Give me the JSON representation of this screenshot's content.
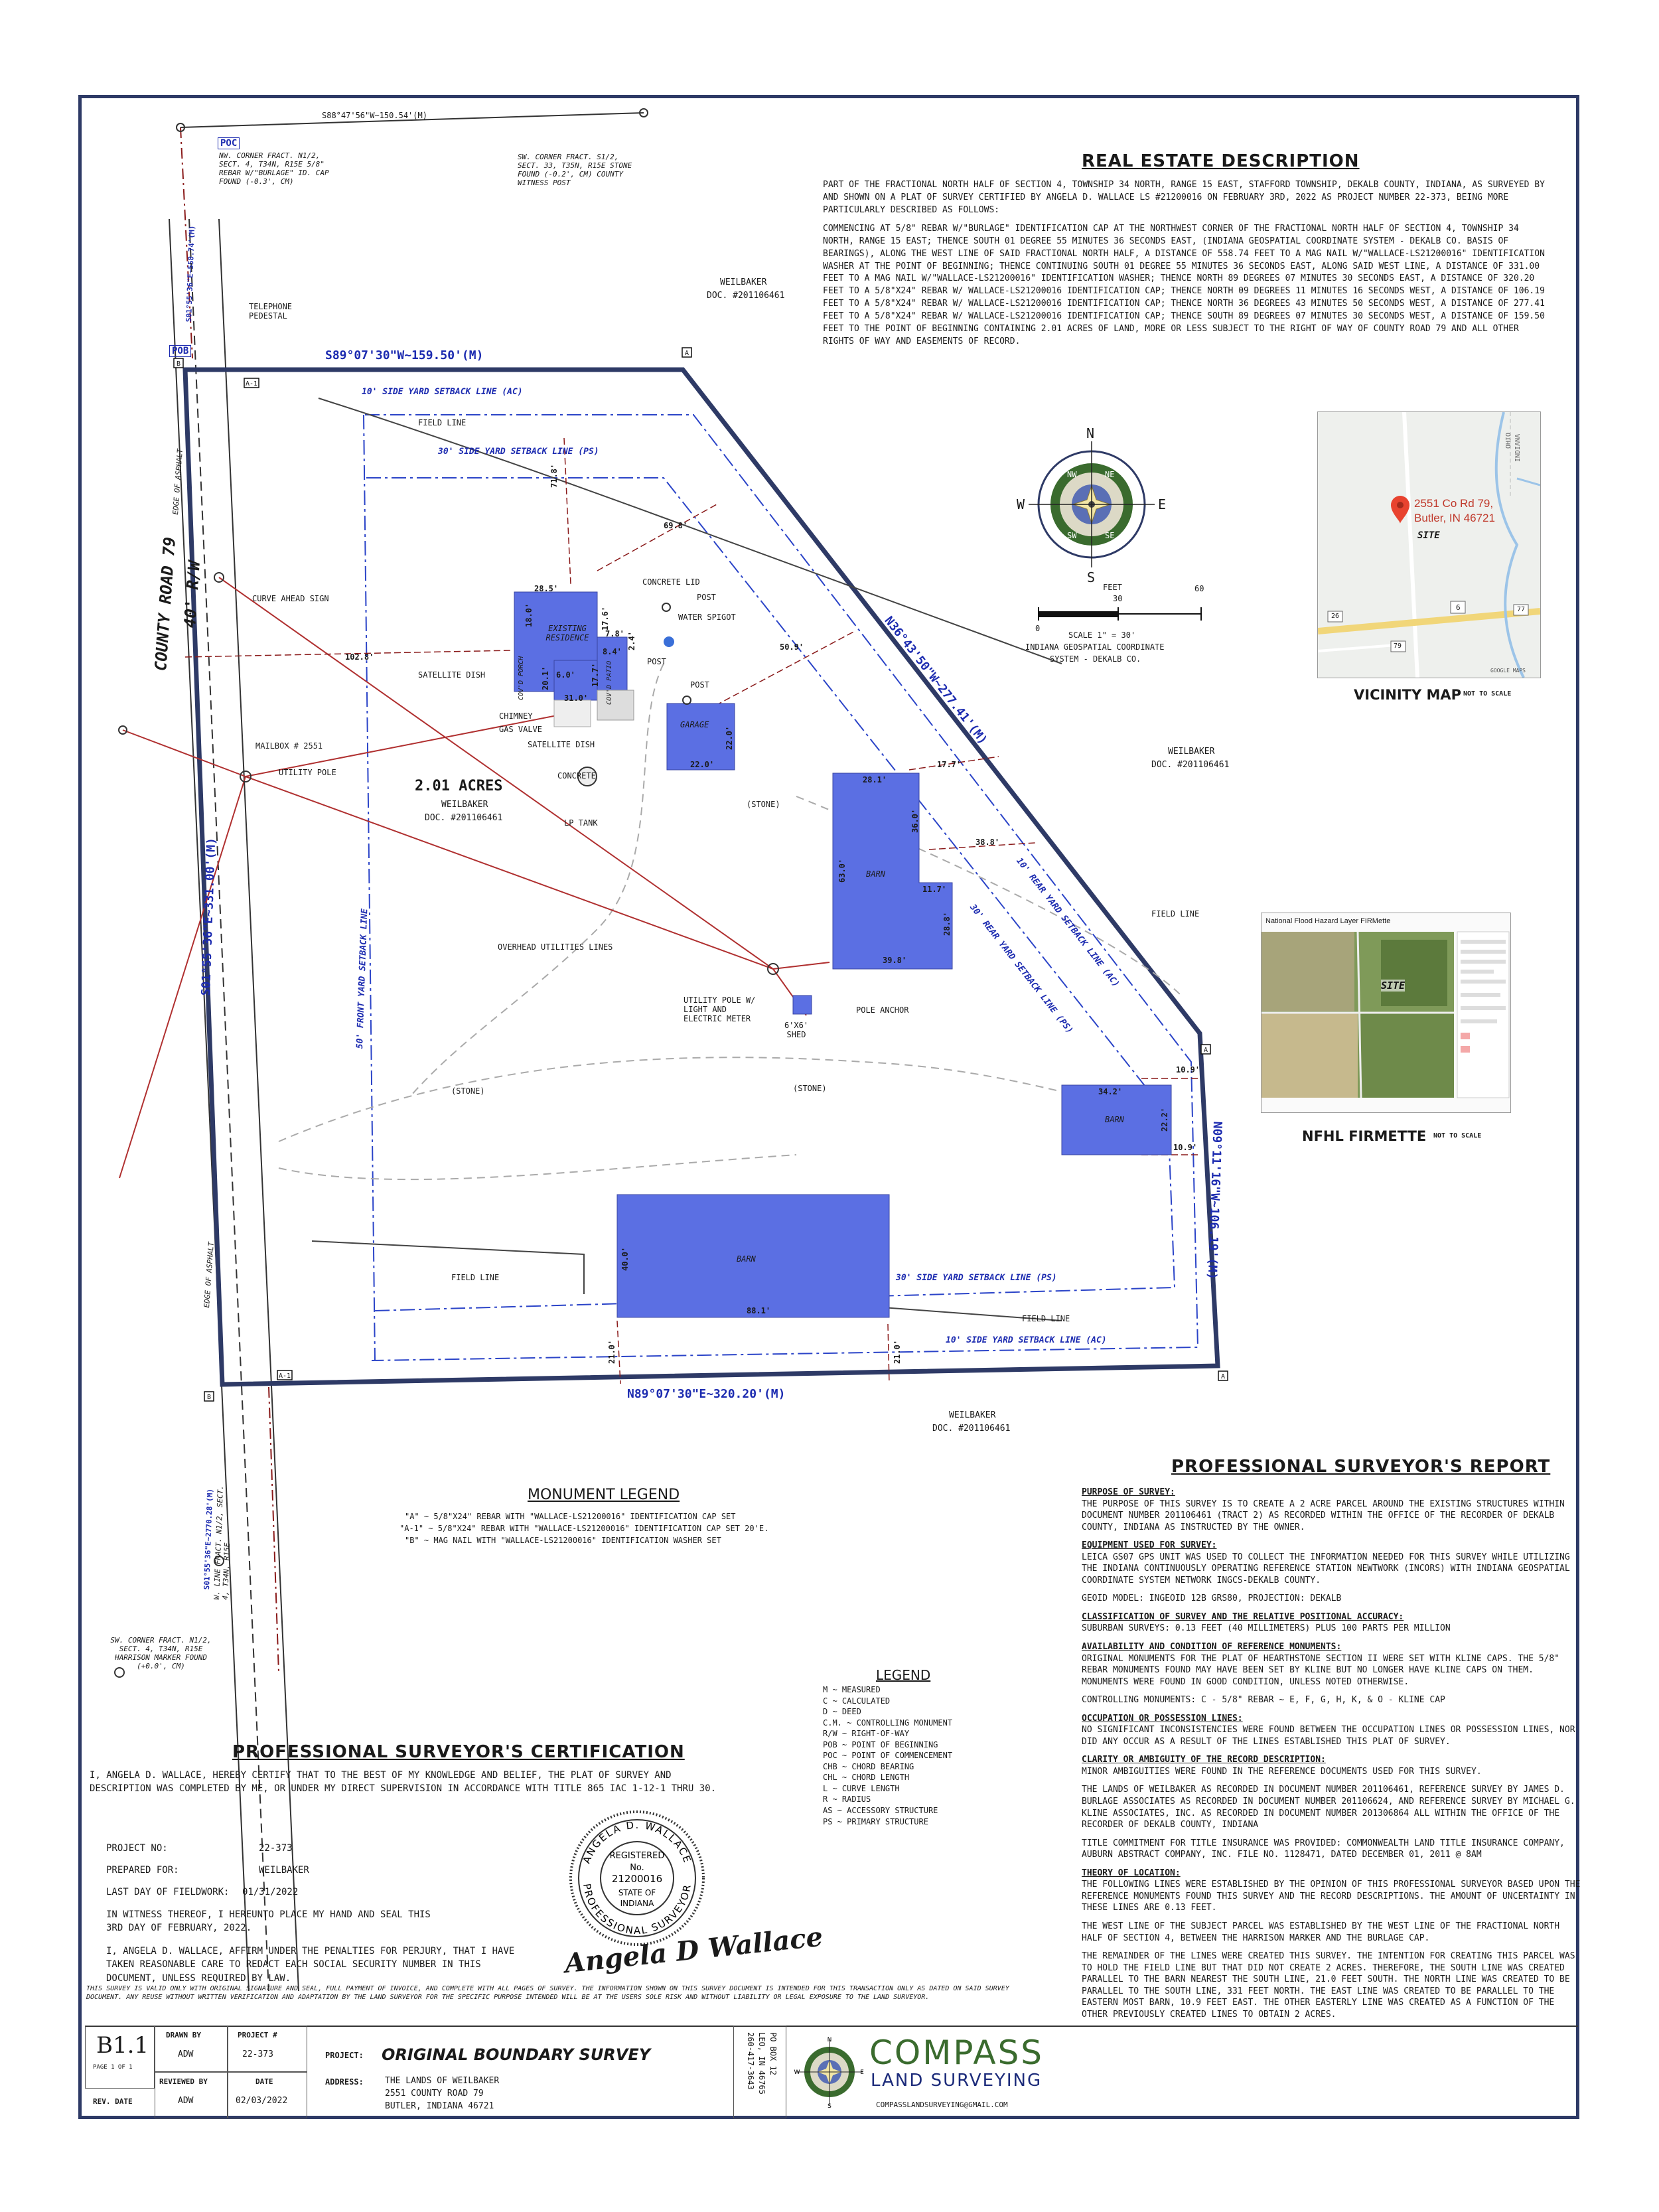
{
  "description": {
    "title": "REAL ESTATE DESCRIPTION",
    "p1": "PART OF THE FRACTIONAL NORTH HALF OF SECTION 4, TOWNSHIP 34 NORTH, RANGE 15 EAST, STAFFORD TOWNSHIP, DEKALB COUNTY, INDIANA, AS SURVEYED BY AND SHOWN ON A PLAT OF SURVEY CERTIFIED BY ANGELA D. WALLACE LS #21200016 ON FEBRUARY 3RD, 2022 AS PROJECT NUMBER 22-373, BEING MORE PARTICULARLY DESCRIBED AS FOLLOWS:",
    "p2": "COMMENCING AT 5/8\" REBAR W/\"BURLAGE\" IDENTIFICATION CAP AT THE NORTHWEST CORNER OF THE FRACTIONAL NORTH HALF OF SECTION 4, TOWNSHIP 34 NORTH, RANGE 15 EAST; THENCE SOUTH 01 DEGREE 55 MINUTES 36 SECONDS EAST, (INDIANA GEOSPATIAL COORDINATE SYSTEM - DEKALB CO. BASIS OF BEARINGS), ALONG THE WEST LINE OF SAID FRACTIONAL NORTH HALF, A DISTANCE OF 558.74 FEET TO A MAG NAIL W/\"WALLACE-LS21200016\" IDENTIFICATION WASHER AT THE POINT OF BEGINNING; THENCE CONTINUING SOUTH 01 DEGREE 55 MINUTES 36 SECONDS EAST, ALONG SAID WEST LINE, A DISTANCE OF 331.00 FEET TO A MAG NAIL W/\"WALLACE-LS21200016\" IDENTIFICATION WASHER; THENCE NORTH 89 DEGREES 07 MINUTES 30 SECONDS EAST, A DISTANCE OF 320.20 FEET TO A 5/8\"X24\" REBAR W/ WALLACE-LS21200016 IDENTIFICATION CAP; THENCE NORTH 09 DEGREES 11 MINUTES 16 SECONDS WEST, A DISTANCE OF 106.19 FEET TO A 5/8\"X24\" REBAR W/ WALLACE-LS21200016 IDENTIFICATION CAP; THENCE NORTH 36 DEGREES 43 MINUTES 50 SECONDS WEST, A DISTANCE OF 277.41 FEET TO A 5/8\"X24\" REBAR W/ WALLACE-LS21200016 IDENTIFICATION CAP; THENCE SOUTH 89 DEGREES 07 MINUTES 30 SECONDS WEST, A DISTANCE OF 159.50 FEET TO THE POINT OF BEGINNING CONTAINING 2.01 ACRES OF LAND, MORE OR LESS SUBJECT TO THE RIGHT OF WAY OF COUNTY ROAD 79 AND ALL OTHER RIGHTS OF WAY AND EASEMENTS OF RECORD."
  },
  "plat": {
    "poc": "POC",
    "pob": "POB",
    "nw_corner": "NW. CORNER FRACT. N1/2, SECT. 4, T34N, R15E 5/8\" REBAR W/\"BURLAGE\" ID. CAP FOUND (-0.3', CM)",
    "sw_corner_s33": "SW. CORNER FRACT. S1/2, SECT. 33, T35N, R15E STONE FOUND (-0.2', CM) COUNTY WITNESS POST",
    "sw_corner_s4": "SW. CORNER FRACT. N1/2, SECT. 4, T34N, R15E HARRISON MARKER FOUND (+0.0', CM)",
    "w_line": "W. LINE FRACT. N1/2, SECT. 4, T34N, R15E",
    "bearing_top": "S88°47'56\"W~150.54'(M)",
    "bearing_north": "S89°07'30\"W~159.50'(M)",
    "bearing_south": "N89°07'30\"E~320.20'(M)",
    "bearing_west": "S01°55'36\"E~331.00'(M)",
    "bearing_nw_line": "S01°55'36\"E~558.74'(M)",
    "bearing_sw_line": "S01°55'36\"E~2770.28'(M)",
    "bearing_ne": "N36°43'50\"W~277.41'(M)",
    "bearing_e": "N09°11'16\"W~106.19'(M)",
    "road": "COUNTY ROAD 79",
    "road_rw": "40' R/W",
    "acres": "2.01 ACRES",
    "owner": "WEILBAKER",
    "doc": "DOC. #201106461",
    "setback_side_ac_n": "10' SIDE YARD SETBACK LINE (AC)",
    "setback_side_ps_n": "30' SIDE YARD SETBACK LINE (PS)",
    "setback_side_ps_s": "30' SIDE YARD SETBACK LINE (PS)",
    "setback_side_ac_s": "10' SIDE YARD SETBACK LINE (AC)",
    "setback_rear_ac": "10' REAR YARD SETBACK LINE (AC)",
    "setback_rear_ps": "30' REAR YARD SETBACK LINE (PS)",
    "setback_front": "50' FRONT YARD SETBACK LINE",
    "field_line": "FIELD LINE",
    "telephone": "TELEPHONE PEDESTAL",
    "curve_sign": "CURVE AHEAD SIGN",
    "satellite": "SATELLITE DISH",
    "mailbox": "MAILBOX # 2551",
    "utility_pole": "UTILITY POLE",
    "overhead": "OVERHEAD UTILITIES LINES",
    "utility_pole_meter": "UTILITY POLE W/ LIGHT AND ELECTRIC METER",
    "pole_anchor": "POLE ANCHOR",
    "shed": "6'X6' SHED",
    "concrete_lid": "CONCRETE LID",
    "post": "POST",
    "water_spigot": "WATER SPIGOT",
    "chimney": "CHIMNEY",
    "gas_valve": "GAS VALVE",
    "concrete": "CONCRETE",
    "lp_tank": "LP TANK",
    "stone": "(STONE)",
    "edge_asphalt": "EDGE OF ASPHALT",
    "residence": "EXISTING RESIDENCE",
    "covd_porch": "COV'D PORCH",
    "covd_patio": "COV'D PATIO",
    "garage": "GARAGE",
    "barn": "BARN",
    "dims": {
      "d_res_top": "28.5'",
      "d_res_left": "18.0'",
      "d_res_bot": "31.0'",
      "d_res_r": "17.6'",
      "d_porch": "20.1'",
      "d_patio1": "7.8'",
      "d_patio2": "8.4'",
      "d_patio3": "17.7'",
      "d_6": "6.0'",
      "d_24": "2.4'",
      "d_gar_r": "22.0'",
      "d_gar_b": "22.0'",
      "d_barn1_t": "28.1'",
      "d_barn1_l": "63.0'",
      "d_barn1_b": "39.8'",
      "d_barn1_r": "28.8'",
      "d_barn1_in": "11.7'",
      "d_barn1_in2": "36.0'",
      "d_barn2_t": "34.2'",
      "d_barn2_r": "22.2'",
      "d_barn3_l": "40.0'",
      "d_barn3_b": "88.1'",
      "d_102": "102.8'",
      "d_718": "71.8'",
      "d_698": "69.8'",
      "d_509": "50.9'",
      "d_177": "17.7'",
      "d_388": "38.8'",
      "d_109a": "10.9'",
      "d_109b": "10.9'",
      "d_210a": "21.0'",
      "d_210b": "21.0'"
    },
    "mon_a": "A",
    "mon_a1": "A-1",
    "mon_b": "B"
  },
  "north_arrow": {
    "n": "N",
    "s": "S",
    "e": "E",
    "w": "W",
    "nw": "NW",
    "ne": "NE",
    "sw": "SW",
    "se": "SE"
  },
  "scale": {
    "feet": "FEET",
    "t0": "0",
    "t30": "30",
    "t60": "60",
    "line1": "SCALE 1\" = 30'",
    "line2": "INDIANA GEOSPATIAL COORDINATE",
    "line3": "SYSTEM - DEKALB CO."
  },
  "vicinity": {
    "title": "VICINITY MAP",
    "nts": "NOT TO SCALE",
    "address1": "2551 Co Rd 79,",
    "address2": "Butler, IN 46721",
    "site": "SITE",
    "road_ohio": "OHIO",
    "road_indiana": "INDIANA",
    "shield_6": "6",
    "shield_79": "79",
    "shield_26": "26",
    "shield_77": "77",
    "credit": "GOOGLE MAPS"
  },
  "firmette": {
    "title": "NFHL FIRMETTE",
    "nts": "NOT TO SCALE",
    "header": "National Flood Hazard Layer FIRMette",
    "site": "SITE"
  },
  "monument_legend": {
    "title": "MONUMENT LEGEND",
    "a": "\"A\" ~ 5/8\"X24\" REBAR WITH \"WALLACE-LS21200016\" IDENTIFICATION CAP SET",
    "a1": "\"A-1\" ~ 5/8\"X24\" REBAR WITH \"WALLACE-LS21200016\" IDENTIFICATION CAP SET 20'E.",
    "b": "\"B\" ~ MAG NAIL WITH \"WALLACE-LS21200016\" IDENTIFICATION WASHER SET"
  },
  "legend": {
    "title": "LEGEND",
    "items": [
      "M ~ MEASURED",
      "C ~ CALCULATED",
      "D ~ DEED",
      "C.M. ~ CONTROLLING MONUMENT",
      "R/W ~ RIGHT-OF-WAY",
      "POB ~ POINT OF BEGINNING",
      "POC ~ POINT OF COMMENCEMENT",
      "CHB ~ CHORD BEARING",
      "CHL ~ CHORD LENGTH",
      "L ~ CURVE LENGTH",
      "R ~ RADIUS",
      "AS ~ ACCESSORY STRUCTURE",
      "PS ~ PRIMARY STRUCTURE"
    ]
  },
  "report": {
    "title": "PROFESSIONAL SURVEYOR'S REPORT",
    "purpose_t": "PURPOSE OF SURVEY:",
    "purpose": "THE PURPOSE OF THIS SURVEY IS TO CREATE A 2 ACRE PARCEL AROUND THE EXISTING STRUCTURES WITHIN DOCUMENT NUMBER 201106461 (TRACT 2) AS RECORDED WITHIN THE OFFICE OF THE RECORDER OF DEKALB COUNTY, INDIANA AS INSTRUCTED BY THE OWNER.",
    "equip_t": "EQUIPMENT USED FOR SURVEY:",
    "equip": "LEICA GS07 GPS UNIT WAS USED TO COLLECT THE INFORMATION NEEDED FOR THIS SURVEY WHILE UTILIZING THE INDIANA CONTINUOUSLY OPERATING REFERENCE STATION NEWTWORK (INCORS) WITH INDIANA GEOSPATIAL COORDINATE SYSTEM NETWORK INGCS-DEKALB COUNTY.",
    "geoid": "GEOID MODEL: INGEOID 12B GRS80, PROJECTION: DEKALB",
    "class_t": "CLASSIFICATION OF SURVEY AND THE RELATIVE POSITIONAL ACCURACY:",
    "class": "SUBURBAN SURVEYS: 0.13 FEET (40 MILLIMETERS) PLUS 100 PARTS PER MILLION",
    "avail_t": "AVAILABILITY AND CONDITION OF REFERENCE MONUMENTS:",
    "avail": "ORIGINAL MONUMENTS FOR THE PLAT OF HEARTHSTONE SECTION II WERE SET WITH KLINE CAPS. THE 5/8\" REBAR MONUMENTS FOUND MAY HAVE BEEN SET BY KLINE BUT NO LONGER HAVE KLINE CAPS ON THEM. MONUMENTS WERE FOUND IN GOOD CONDITION, UNLESS NOTED OTHERWISE.",
    "controlling": "CONTROLLING MONUMENTS: C - 5/8\" REBAR ~ E, F, G, H, K, & O - KLINE CAP",
    "occ_t": "OCCUPATION OR POSSESSION LINES:",
    "occ": "NO SIGNIFICANT INCONSISTENCIES WERE FOUND BETWEEN THE OCCUPATION LINES OR POSSESSION LINES, NOR DID ANY OCCUR AS A RESULT OF THE LINES ESTABLISHED THIS PLAT OF SURVEY.",
    "clar_t": "CLARITY OR AMBIGUITY OF THE RECORD DESCRIPTION:",
    "clar": "MINOR AMBIGUITIES WERE FOUND IN THE REFERENCE DOCUMENTS USED FOR THIS SURVEY.",
    "lands": "THE LANDS OF WEILBAKER AS RECORDED IN DOCUMENT NUMBER 201106461, REFERENCE SURVEY BY JAMES D. BURLAGE ASSOCIATES AS RECORDED IN DOCUMENT NUMBER 201106624, AND REFERENCE SURVEY BY MICHAEL G. KLINE ASSOCIATES, INC. AS RECORDED IN DOCUMENT NUMBER 201306864 ALL WITHIN THE OFFICE OF THE RECORDER OF DEKALB COUNTY, INDIANA",
    "title_commit": "TITLE COMMITMENT FOR TITLE INSURANCE WAS PROVIDED: COMMONWEALTH LAND TITLE INSURANCE COMPANY, AUBURN ABSTRACT COMPANY, INC. FILE NO. 1128471, DATED DECEMBER 01, 2011 @ 8AM",
    "theory_t": "THEORY OF LOCATION:",
    "theory": "THE FOLLOWING LINES WERE ESTABLISHED BY THE OPINION OF THIS PROFESSIONAL SURVEYOR BASED UPON THE REFERENCE MONUMENTS FOUND THIS SURVEY AND THE RECORD DESCRIPTIONS. THE AMOUNT OF UNCERTAINTY IN THESE LINES ARE 0.13 FEET.",
    "west_line": "THE WEST LINE OF THE SUBJECT PARCEL WAS ESTABLISHED BY THE WEST LINE OF THE FRACTIONAL NORTH HALF OF SECTION 4, BETWEEN THE HARRISON MARKER AND THE BURLAGE CAP.",
    "remainder": "THE REMAINDER OF THE LINES WERE CREATED THIS SURVEY. THE INTENTION FOR CREATING THIS PARCEL WAS TO HOLD THE FIELD LINE BUT THAT DID NOT CREATE 2 ACRES. THEREFORE, THE SOUTH LINE WAS CREATED PARALLEL TO THE BARN NEAREST THE SOUTH LINE, 21.0 FEET SOUTH. THE NORTH LINE WAS CREATED TO BE PARALLEL TO THE SOUTH LINE, 331 FEET NORTH. THE EAST LINE WAS CREATED TO BE PARALLEL TO THE EASTERN MOST BARN, 10.9 FEET EAST. THE OTHER EASTERLY LINE WAS CREATED AS A FUNCTION OF THE OTHER PREVIOUSLY CREATED LINES TO OBTAIN 2 ACRES."
  },
  "certification": {
    "title": "PROFESSIONAL SURVEYOR'S CERTIFICATION",
    "p1": "I, ANGELA D. WALLACE, HEREBY CERTIFY THAT TO THE BEST OF MY KNOWLEDGE AND BELIEF, THE PLAT OF SURVEY AND DESCRIPTION WAS COMPLETED BY ME, OR UNDER MY DIRECT SUPERVISION IN ACCORDANCE WITH TITLE 865 IAC 1-12-1 THRU 30.",
    "project_no_l": "PROJECT NO:",
    "project_no": "22-373",
    "prepared_l": "PREPARED FOR:",
    "prepared": "WEILBAKER",
    "fieldwork_l": "LAST DAY OF FIELDWORK:",
    "fieldwork": "01/31/2022",
    "witness": "IN WITNESS THEREOF, I HEREUNTO PLACE MY HAND AND SEAL THIS 3RD DAY OF FEBRUARY, 2022.",
    "affirm": "I, ANGELA D. WALLACE, AFFIRM UNDER THE PENALTIES FOR PERJURY, THAT I HAVE TAKEN REASONABLE CARE TO REDACT EACH SOCIAL SECURITY NUMBER IN THIS DOCUMENT, UNLESS REQUIRED BY LAW.",
    "disclaimer": "THIS SURVEY IS VALID ONLY WITH ORIGINAL SIGNATURE AND SEAL, FULL PAYMENT OF INVOICE, AND COMPLETE WITH ALL PAGES OF SURVEY. THE INFORMATION SHOWN ON THIS SURVEY DOCUMENT IS INTENDED FOR THIS TRANSACTION ONLY AS DATED ON SAID SURVEY DOCUMENT. ANY REUSE WITHOUT WRITTEN VERIFICATION AND ADAPTATION BY THE LAND SURVEYOR FOR THE SPECIFIC PURPOSE INTENDED WILL BE AT THE USERS SOLE RISK AND WITHOUT LIABILITY OR LEGAL EXPOSURE TO THE LAND SURVEYOR.",
    "seal_top": "ANGELA D. WALLACE",
    "seal_reg": "REGISTERED",
    "seal_no": "No.",
    "seal_num": "21200016",
    "seal_state": "STATE OF",
    "seal_in": "INDIANA",
    "seal_bottom": "PROFESSIONAL SURVEYOR",
    "signature": "Angela D Wallace"
  },
  "title_block": {
    "sheet": "B1.1",
    "page": "PAGE 1 OF 1",
    "rev_date": "REV. DATE",
    "drawn_by_l": "DRAWN BY",
    "drawn_by": "ADW",
    "reviewed_l": "REVIEWED BY",
    "reviewed": "ADW",
    "project_l": "PROJECT #",
    "project": "22-373",
    "date_l": "DATE",
    "date": "02/03/2022",
    "project_name_l": "PROJECT:",
    "project_name": "ORIGINAL BOUNDARY SURVEY",
    "address_l": "ADDRESS:",
    "address1": "THE LANDS OF WEILBAKER",
    "address2": "2551 COUNTY ROAD 79",
    "address3": "BUTLER, INDIANA 46721",
    "po1": "PO BOX 12",
    "po2": "LEO, IN 46765",
    "po3": "260-417-3643",
    "company1": "COMPASS",
    "company2": "LAND SURVEYING",
    "email": "COMPASSLANDSURVEYING@GMAIL.COM"
  }
}
